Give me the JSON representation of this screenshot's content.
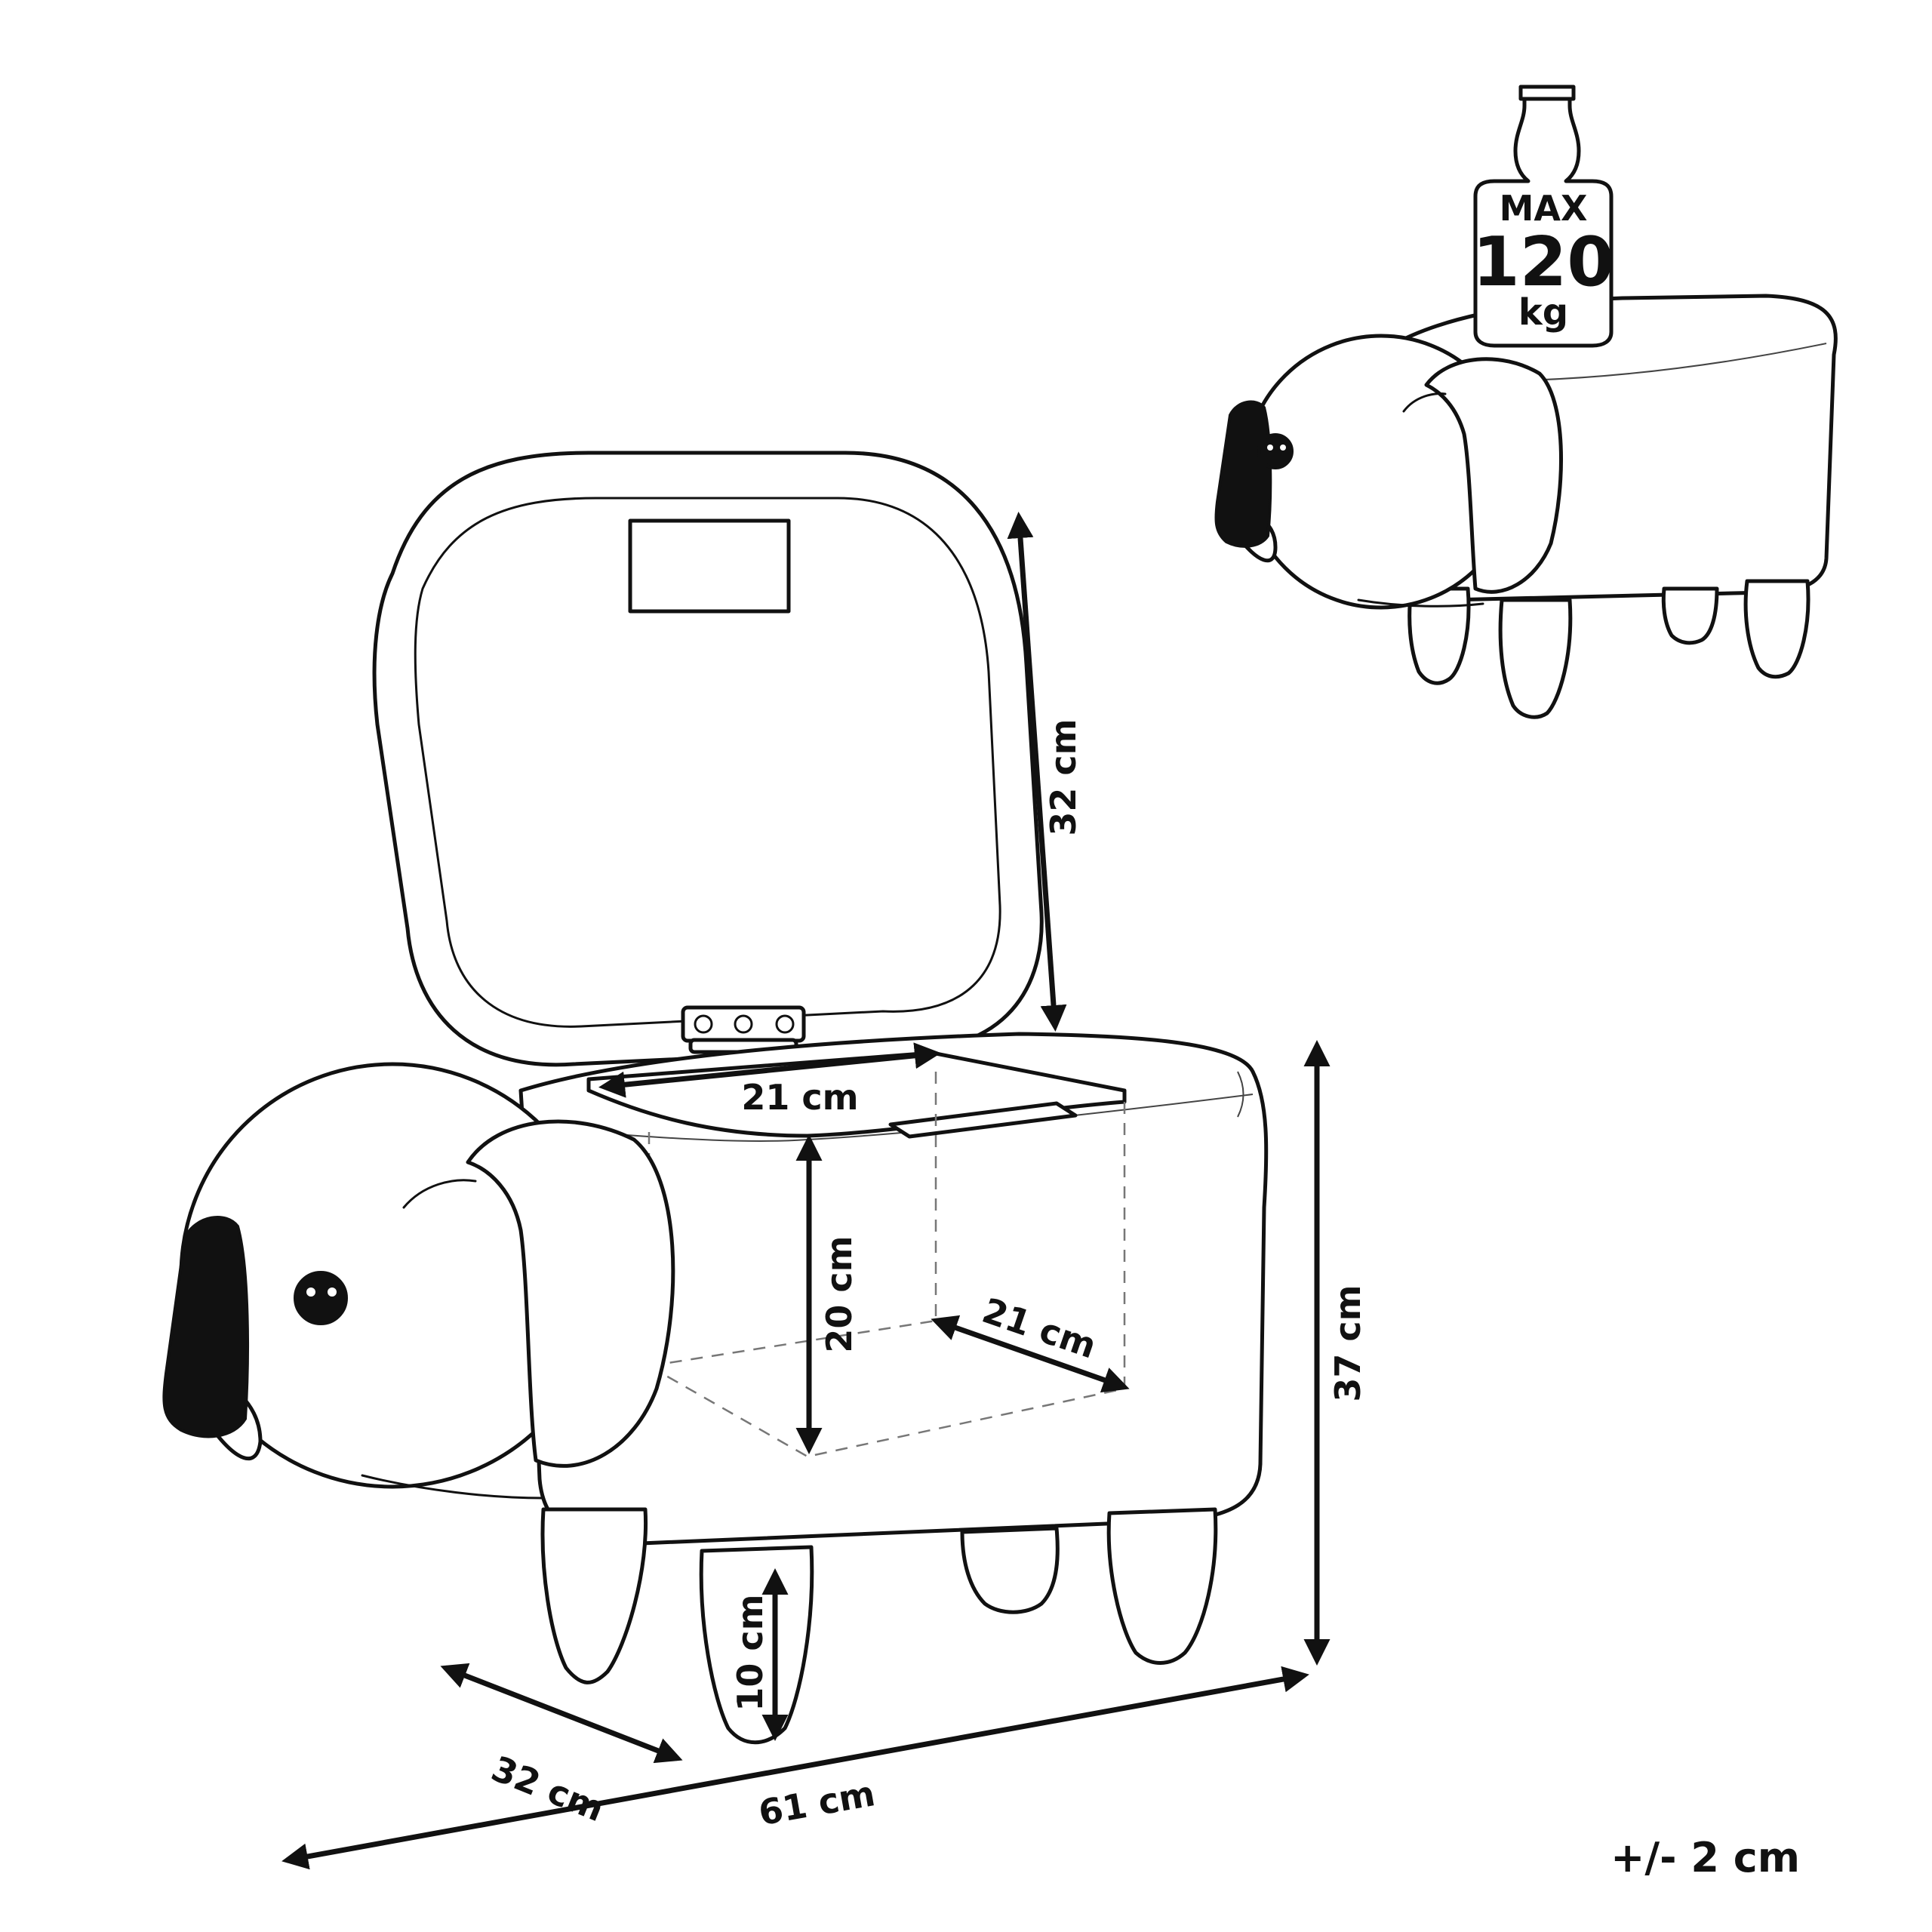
{
  "measurements": {
    "lid_height": "32 cm",
    "opening_width": "21 cm",
    "inner_depth": "20 cm",
    "opening_depth": "21 cm",
    "total_height": "37 cm",
    "leg_height": "10 cm",
    "width": "32 cm",
    "length": "61 cm"
  },
  "weight_badge": {
    "line1": "MAX",
    "line2": "120",
    "line3": "kg"
  },
  "tolerance": "+/- 2 cm",
  "colors": {
    "line": "#111111",
    "background": "#ffffff"
  }
}
